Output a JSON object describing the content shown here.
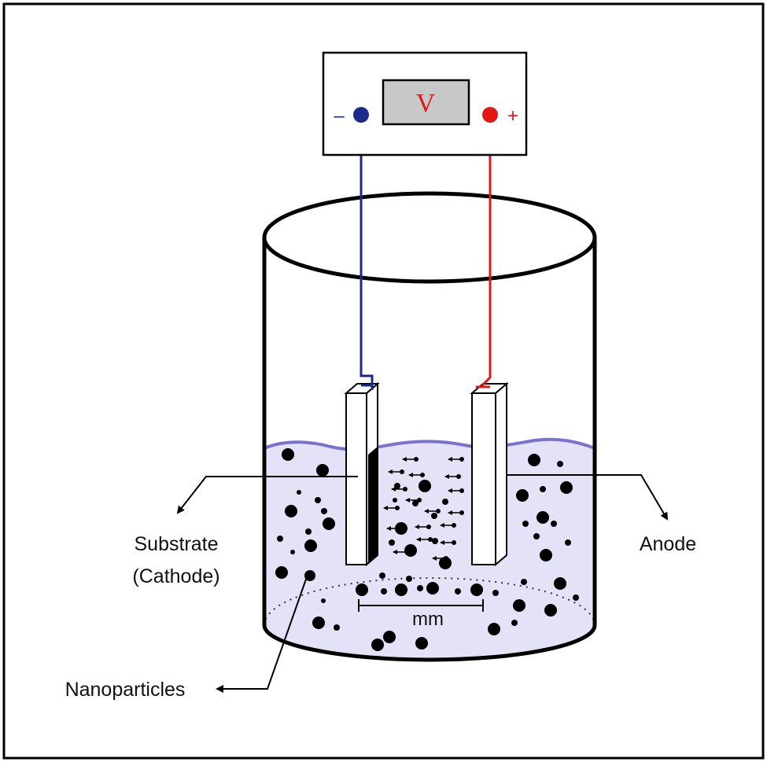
{
  "meter": {
    "symbol": "V",
    "negative_sign": "–",
    "positive_sign": "+"
  },
  "labels": {
    "substrate_line1": "Substrate",
    "substrate_line2": "(Cathode)",
    "anode": "Anode",
    "nanoparticles": "Nanoparticles",
    "gap": "mm"
  },
  "colors": {
    "negative": "#1c2a8c",
    "positive": "#e01818",
    "meter_face": "#c8c8c8",
    "meter_symbol": "#e01818",
    "electrolyte": "#e4e2f6",
    "electrolyte_surface": "#7a72d0",
    "ink": "#000000"
  }
}
